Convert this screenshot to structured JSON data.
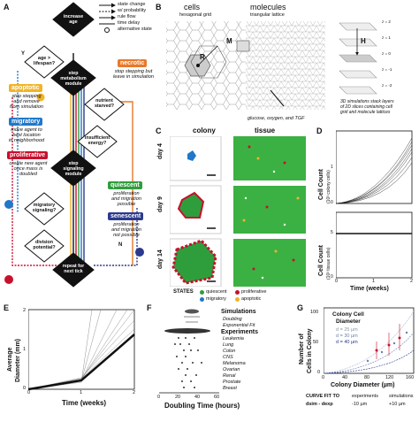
{
  "panels": {
    "a": "A",
    "b": "B",
    "c": "C",
    "d": "D",
    "e": "E",
    "f": "F",
    "g": "G"
  },
  "legendA": [
    "state change",
    "w/ probability",
    "rule flow",
    "time delay",
    "alternative state"
  ],
  "flow": {
    "increase_age": "increase age",
    "age_lifespan": "age > lifespan?",
    "step_metabolism": "step metabolism module",
    "nutrient_starved": "nutrient starved?",
    "insufficient_energy": "insufficient energy?",
    "step_signaling": "step signaling module",
    "migratory_signaling": "migratory signaling?",
    "division_potential": "division potential?",
    "repeat": "repeat for next tick",
    "y": "Y",
    "n": "N"
  },
  "states": {
    "necrotic": {
      "label": "necrotic",
      "desc1": "stop stepping but",
      "desc2": "leave in simulation",
      "color": "#e7792b"
    },
    "apoptotic": {
      "label": "apoptotic",
      "desc1": "stop stepping",
      "desc2": "and remove",
      "desc3": "from simulation",
      "color": "#f0b429"
    },
    "migratory": {
      "label": "migratory",
      "desc1": "move agent to",
      "desc2": "best location",
      "desc3": "in neighborhood",
      "color": "#1f78c8"
    },
    "proliferative": {
      "label": "proliferative",
      "desc1": "create new agent",
      "desc2": "once mass is",
      "desc3": "doubled",
      "color": "#c8102e"
    },
    "quiescent": {
      "label": "quiescent",
      "desc1": "proliferation",
      "desc2": "and migration",
      "desc3": "possible",
      "color": "#2e9e3c"
    },
    "senescent": {
      "label": "senescent",
      "desc1": "proliferation",
      "desc2": "and migration",
      "desc3": "not possible",
      "color": "#2b3a8c"
    }
  },
  "panelB": {
    "cells": "cells",
    "cells_sub": "hexagonal grid",
    "molecules": "molecules",
    "molecules_sub": "triangular lattice",
    "labels": {
      "r": "R",
      "m": "M",
      "h": "H"
    },
    "caption": "glucose, oxygen, and TGF",
    "stack_caption1": "3D simulations stack layers",
    "stack_caption2": "of 2D slices containing cell",
    "stack_caption3": "grid and molecule lattices",
    "z_labels": [
      "z = 0",
      "z = 1",
      "z = 2",
      "z = -1",
      "z = -2"
    ]
  },
  "panelC": {
    "colony": "colony",
    "tissue": "tissue",
    "days": [
      "day 4",
      "day 9",
      "day 14"
    ],
    "states_title": "STATES",
    "states": [
      {
        "name": "quiescent",
        "color": "#2e9e3c"
      },
      {
        "name": "proliferative",
        "color": "#c8102e"
      },
      {
        "name": "migratory",
        "color": "#1f78c8"
      },
      {
        "name": "apoptotic",
        "color": "#f0b429"
      }
    ]
  },
  "panelD": {
    "ylabel_top": "Cell Count",
    "ylabel_top_unit": "(10³ colony cells)",
    "ylabel_bot": "Cell Count",
    "ylabel_bot_unit": "(10³ tissue cells)",
    "xlabel": "Time (weeks)",
    "top_yticks": [
      "0",
      "1"
    ],
    "bot_yticks": [
      "0",
      "5"
    ],
    "xticks": [
      "0",
      "1",
      "2"
    ]
  },
  "panelE": {
    "ylabel1": "Average",
    "ylabel2": "Diameter (mm)",
    "xlabel": "Time (weeks)",
    "yticks": [
      "0",
      "1",
      "2"
    ],
    "xticks": [
      "0",
      "1",
      "2"
    ]
  },
  "panelF": {
    "sim_title": "Simulations",
    "sim_items": [
      "Doubling",
      "Exponential Fit"
    ],
    "exp_title": "Experiments",
    "exp_items": [
      "Leukemia",
      "Lung",
      "Colon",
      "CNS",
      "Melanoma",
      "Ovarian",
      "Renal",
      "Prostate",
      "Breast"
    ],
    "xlabel": "Doubling Time (hours)",
    "xticks": [
      "0",
      "20",
      "40",
      "60"
    ]
  },
  "panelG": {
    "ylabel1": "Number of",
    "ylabel2": "Cells in Colony",
    "xlabel": "Colony Diameter (µm)",
    "xticks": [
      "0",
      "40",
      "80",
      "120",
      "160"
    ],
    "yticks": [
      "0",
      "50",
      "100"
    ],
    "legend_title1": "Colony Cell",
    "legend_title2": "Diameter",
    "legend_items": [
      {
        "label": "d = 25 µm",
        "color": "#aab4cc"
      },
      {
        "label": "d = 30 µm",
        "color": "#6a7fb0"
      },
      {
        "label": "d = 40 µm",
        "color": "#2b3a8c"
      }
    ],
    "curve_title": "CURVE FIT TO",
    "curve_items": [
      "experiments",
      "simulations"
    ],
    "diff_label": "dsim - dexp",
    "diff_items": [
      "-10 µm",
      "+10 µm"
    ]
  }
}
